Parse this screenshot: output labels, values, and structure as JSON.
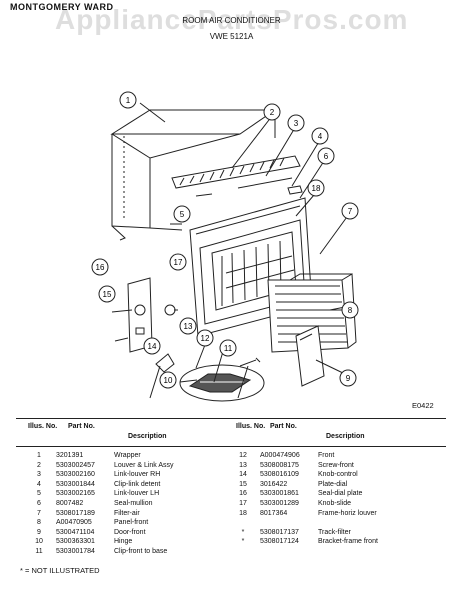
{
  "header": {
    "brand": "MONTGOMERY WARD",
    "title": "ROOM AIR CONDITIONER",
    "model": "VWE 5121A",
    "watermark": "AppliancePartsPros.com"
  },
  "diagram": {
    "callouts": [
      "1",
      "2",
      "3",
      "4",
      "5",
      "6",
      "7",
      "8",
      "9",
      "10",
      "11",
      "12",
      "13",
      "14",
      "15",
      "16",
      "17",
      "18"
    ],
    "figure_code": "E0422"
  },
  "table": {
    "headers": {
      "illus": "Illus. No.",
      "part": "Part No.",
      "desc": "Description"
    },
    "left_rows": [
      {
        "no": "1",
        "part": "3201391",
        "desc": "Wrapper"
      },
      {
        "no": "2",
        "part": "5303002457",
        "desc": "Louver & Link Assy"
      },
      {
        "no": "3",
        "part": "5303002160",
        "desc": "Link-louver RH"
      },
      {
        "no": "4",
        "part": "5303001844",
        "desc": "Clip-link detent"
      },
      {
        "no": "5",
        "part": "5303002165",
        "desc": "Link-louver LH"
      },
      {
        "no": "6",
        "part": "8007482",
        "desc": "Seal-mullion"
      },
      {
        "no": "7",
        "part": "5308017189",
        "desc": "Filter-air"
      },
      {
        "no": "8",
        "part": "A00470905",
        "desc": "Panel-front"
      },
      {
        "no": "9",
        "part": "5300471104",
        "desc": "Door-front"
      },
      {
        "no": "10",
        "part": "5300363301",
        "desc": "Hinge"
      },
      {
        "no": "11",
        "part": "5303001784",
        "desc": "Clip-front to base"
      }
    ],
    "right_rows": [
      {
        "no": "12",
        "part": "A000474906",
        "desc": "Front"
      },
      {
        "no": "13",
        "part": "5308008175",
        "desc": "Screw-front"
      },
      {
        "no": "14",
        "part": "5308016109",
        "desc": "Knob-control"
      },
      {
        "no": "15",
        "part": "3016422",
        "desc": "Plate-dial"
      },
      {
        "no": "16",
        "part": "5303001861",
        "desc": "Seal-dial plate"
      },
      {
        "no": "17",
        "part": "5303001289",
        "desc": "Knob-slide"
      },
      {
        "no": "18",
        "part": "8017364",
        "desc": "Frame-horiz louver"
      },
      {
        "no": "",
        "part": "",
        "desc": ""
      },
      {
        "no": "*",
        "part": "5308017137",
        "desc": "Track-filter"
      },
      {
        "no": "*",
        "part": "5308017124",
        "desc": "Bracket-frame front"
      }
    ]
  },
  "footnote": "* = NOT ILLUSTRATED"
}
